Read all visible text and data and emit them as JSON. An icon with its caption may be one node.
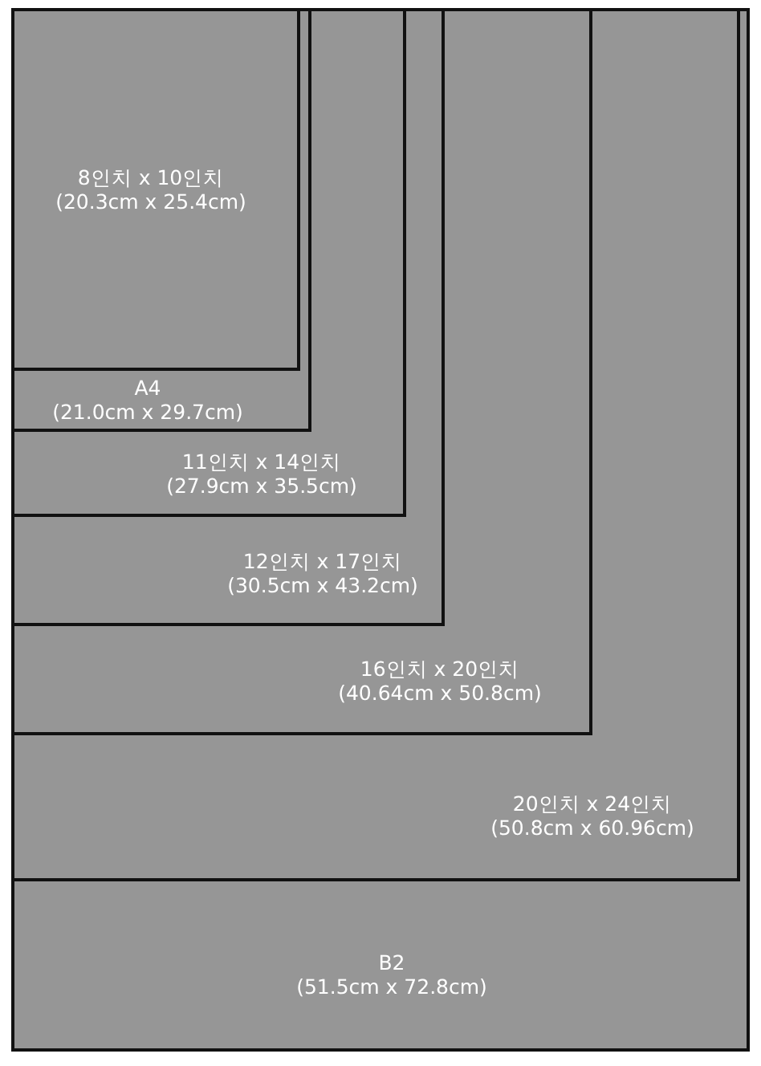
{
  "diagram": {
    "nodes": [
      {
        "text": [
          "B2",
          "(51.5cm x 72.8cm)"
        ]
      },
      {
        "text": [
          "20인치 x 24인치",
          "(50.8cm x 60.96cm)"
        ],
        "in": 0
      },
      {
        "text": [
          "16인치 x 20인치",
          "(40.64cm x 50.8cm)"
        ],
        "in": 1
      },
      {
        "text": [
          "12인치 x 17인치",
          "(30.5cm x 43.2cm)"
        ],
        "in": 2
      },
      {
        "text": [
          "11인치 x 14인치",
          "(27.9cm x 35.5cm)"
        ],
        "in": 3
      },
      {
        "text": [
          "A4",
          "(21.0cm x 29.7cm)"
        ],
        "in": 4
      },
      {
        "text": [
          "8인치 x 10인치",
          "(20.3cm x 25.4cm)"
        ],
        "in": 5
      }
    ]
  }
}
